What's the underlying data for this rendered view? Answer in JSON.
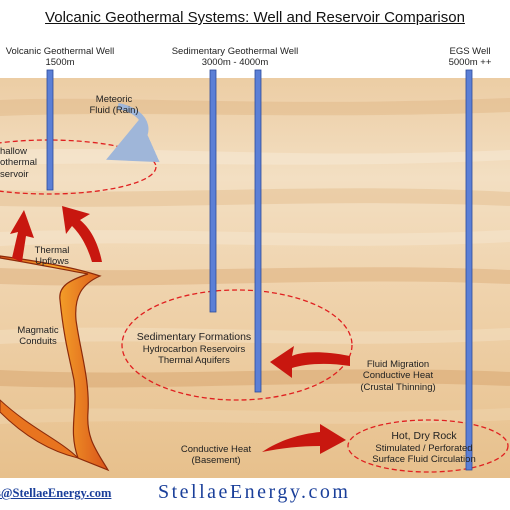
{
  "title": "Volcanic Geothermal Systems:  Well and Reservoir Comparison",
  "wells": [
    {
      "name": "Volcanic Geothermal Well",
      "depth": "1500m"
    },
    {
      "name": "Sedimentary Geothermal Well",
      "depth": "3000m  -  4000m"
    },
    {
      "name": "EGS Well",
      "depth": "5000m ++"
    }
  ],
  "labels": {
    "meteoric": [
      "Meteoric",
      "Fluid (Rain)"
    ],
    "shallow": [
      "hallow",
      "othermal",
      "servoir"
    ],
    "thermal_upflows": [
      "Thermal",
      "Upflows"
    ],
    "magmatic": [
      "Magmatic",
      "Conduits"
    ],
    "sedimentary": [
      "Sedimentary Formations",
      "Hydrocarbon Reservoirs",
      "Thermal Aquifers"
    ],
    "fluid_migration": [
      "Fluid Migration",
      "Conductive Heat",
      "(Crustal Thinning)"
    ],
    "conductive_basement": [
      "Conductive Heat",
      "(Basement)"
    ],
    "hot_dry_rock": [
      "Hot, Dry Rock",
      "Stimulated / Perforated",
      "Surface Fluid Circulation"
    ]
  },
  "footer": {
    "email": "s@StellaeEnergy.com",
    "brand": "StellaeEnergy.com"
  },
  "colors": {
    "well": "#5b7fd6",
    "arrow": "#c8170f",
    "reservoir_outline": "#e02020",
    "rock_light": "#f2ddbf",
    "rock_dark": "#dcae7a",
    "magma": "#f08a1c"
  }
}
